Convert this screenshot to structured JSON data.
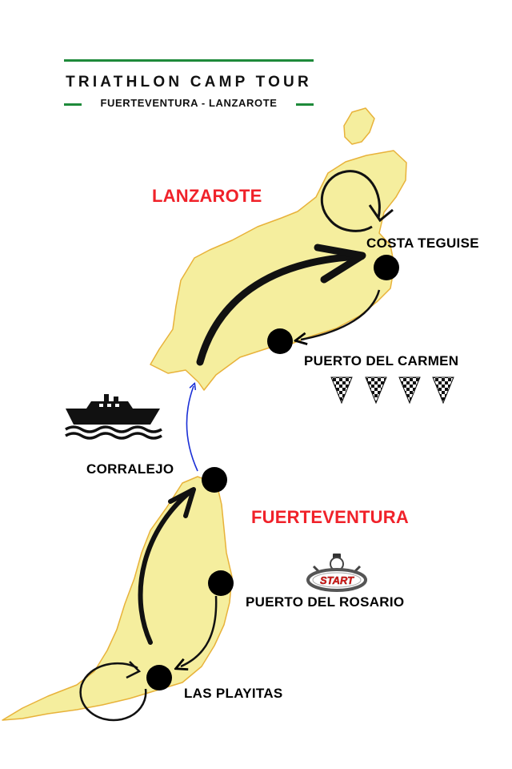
{
  "header": {
    "title": "TRIATHLON CAMP TOUR",
    "subtitle": "FUERTEVENTURA - LANZAROTE"
  },
  "islands": {
    "lanzarote": "LANZAROTE",
    "fuerteventura": "FUERTEVENTURA"
  },
  "stops": {
    "costa_teguise": "COSTA TEGUISE",
    "puerto_del_carmen": "PUERTO DEL CARMEN",
    "corralejo": "CORRALEJO",
    "puerto_del_rosario": "PUERTO DEL ROSARIO",
    "las_playitas": "LAS PLAYITAS"
  },
  "stopwatch_text": "START",
  "icons": {
    "ferry": "ferry-icon",
    "finish": "checkered-flag-icon",
    "start": "stopwatch-icon"
  },
  "colors": {
    "island_fill": "#f5ee9e",
    "island_outline": "#e8b23a",
    "accent_green": "#1e8a3a",
    "island_label_red": "#f0222a",
    "ferry_route_blue": "#1a2fd6",
    "marker": "#000000"
  }
}
